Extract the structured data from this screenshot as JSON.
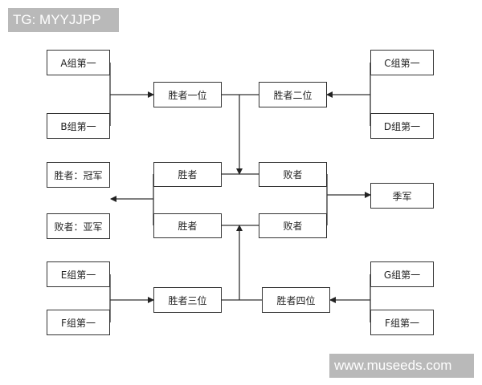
{
  "watermark": {
    "top_left": "TG: MYYJJPP",
    "bottom_right": "www.museeds.com"
  },
  "nodes": {
    "a1": "A组第一",
    "b1": "B组第一",
    "c1": "C组第一",
    "d1": "D组第一",
    "e1": "E组第一",
    "f1": "F组第一",
    "g1": "G组第一",
    "f1b": "F组第一",
    "w1": "胜者一位",
    "w2": "胜者二位",
    "w3": "胜者三位",
    "w4": "胜者四位",
    "win_top": "胜者",
    "win_bot": "胜者",
    "lose_top": "败者",
    "lose_bot": "败者",
    "champion": "胜者：冠军",
    "runner_up": "败者：亚军",
    "third": "季军"
  }
}
